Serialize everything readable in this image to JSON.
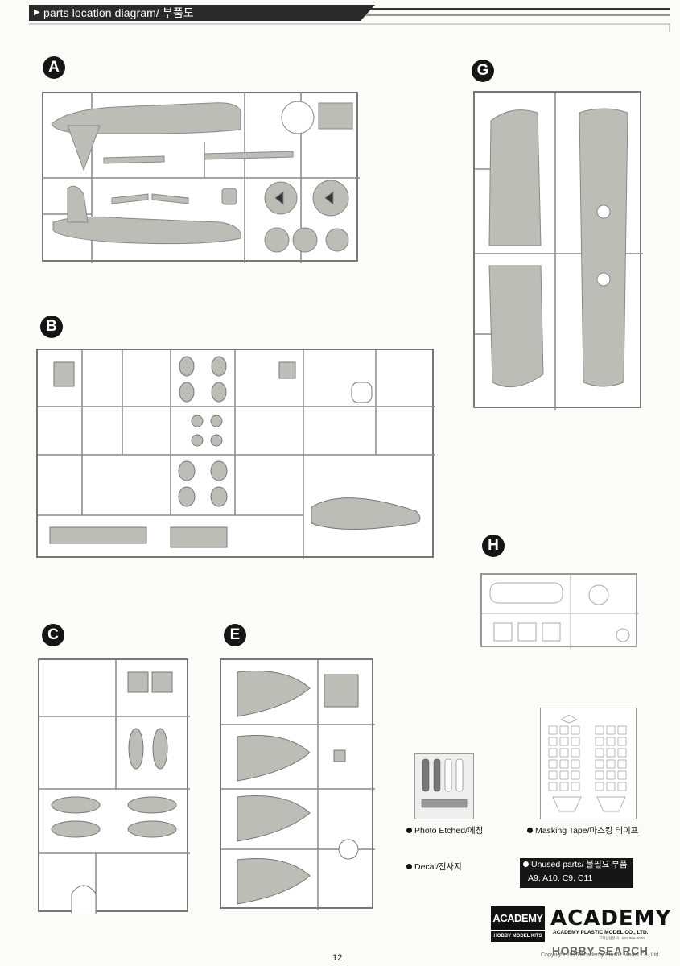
{
  "header": {
    "title": "parts location diagram/ 부품도",
    "arrow": "▶"
  },
  "sections": {
    "A": "A",
    "B": "B",
    "C": "C",
    "E": "E",
    "G": "G",
    "H": "H"
  },
  "legend": {
    "photo_etched": "Photo Etched/에칭",
    "masking_tape": "Masking Tape/마스킹 테이프",
    "decal": "Decal/전사지"
  },
  "unused": {
    "title": "Unused parts/ 불필요 부품",
    "parts": "A9, A10, C9, C11"
  },
  "branding": {
    "logo_small_top": "ACADEMY",
    "logo_small_bottom": "HOBBY MODEL KITS",
    "logo_big": "ACADEMY",
    "logo_big_sub": "ACADEMY PLASTIC MODEL CO., LTD.",
    "logo_big_addr": "고객상담문의 · 031-866-8000",
    "watermark": "HOBBY SEARCH",
    "copyright": "Copyright 2016 Academy Plastic Model Co.,Ltd."
  },
  "page_number": "12",
  "colors": {
    "header_bg": "#2a2a2a",
    "badge_bg": "#151515",
    "sprue_border": "#777777",
    "part_fill": "#bdbdb8"
  }
}
